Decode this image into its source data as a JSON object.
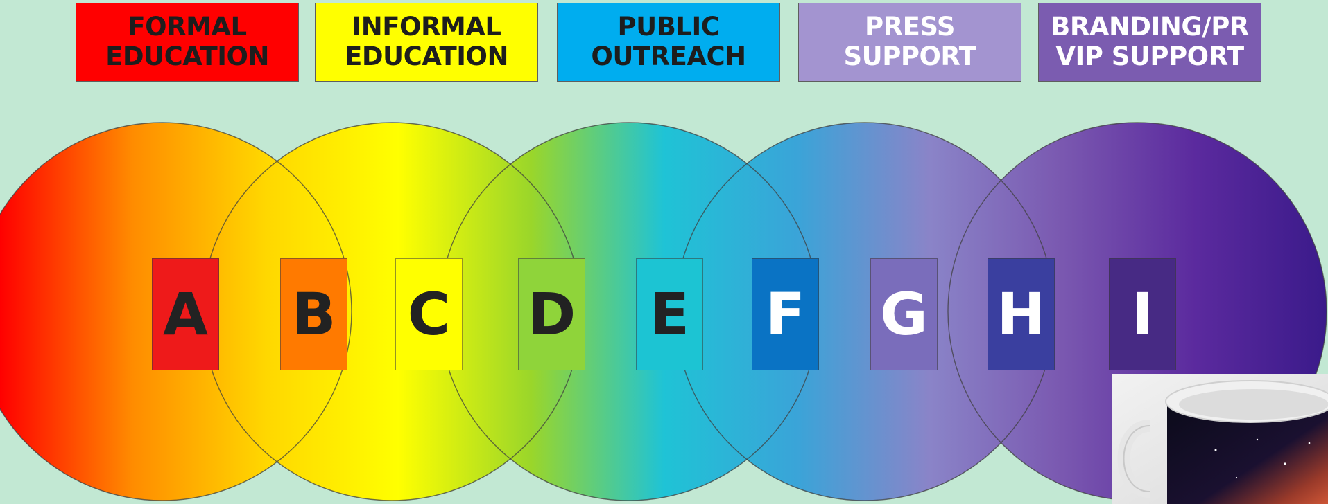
{
  "categories": [
    {
      "label": "FORMAL\nEDUCATION",
      "color": "#ff0000",
      "text_color": "#1d1d1d"
    },
    {
      "label": "INFORMAL\nEDUCATION",
      "color": "#ffff00",
      "text_color": "#1d1d1d"
    },
    {
      "label": "PUBLIC\nOUTREACH",
      "color": "#00adef",
      "text_color": "#1d1d1d"
    },
    {
      "label": "PRESS\nSUPPORT",
      "color": "#a394d0",
      "text_color": "#ffffff"
    },
    {
      "label": "BRANDING/PR\nVIP SUPPORT",
      "color": "#7b5cb0",
      "text_color": "#ffffff"
    }
  ],
  "letters": [
    {
      "label": "A",
      "color": "#ee1a1a",
      "text_color": "#222222"
    },
    {
      "label": "B",
      "color": "#ff7a00",
      "text_color": "#222222"
    },
    {
      "label": "C",
      "color": "#ffff00",
      "text_color": "#222222"
    },
    {
      "label": "D",
      "color": "#8fd43a",
      "text_color": "#222222"
    },
    {
      "label": "E",
      "color": "#1cc4d3",
      "text_color": "#222222"
    },
    {
      "label": "F",
      "color": "#0a73c4",
      "text_color": "#ffffff"
    },
    {
      "label": "G",
      "color": "#7a6dbb",
      "text_color": "#ffffff"
    },
    {
      "label": "H",
      "color": "#3a3f9f",
      "text_color": "#ffffff"
    },
    {
      "label": "I",
      "color": "#472a84",
      "text_color": "#ffffff"
    }
  ],
  "spectrum_colors": [
    "#ff0000",
    "#ff8c00",
    "#ffd700",
    "#ffff00",
    "#9ad62a",
    "#1fc3d6",
    "#3aa4d8",
    "#8a84c8",
    "#7a58b0",
    "#5b2a9e",
    "#3a1a8a"
  ]
}
